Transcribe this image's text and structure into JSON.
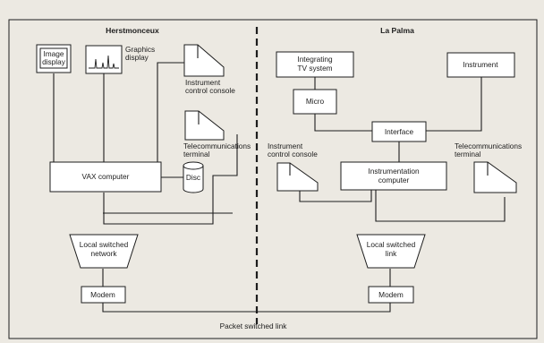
{
  "left_site": {
    "title": "Herstmonceux",
    "image_display": [
      "Image",
      "display"
    ],
    "graphics_display": [
      "Graphics",
      "display"
    ],
    "instrument_console": [
      "Instrument",
      "control console"
    ],
    "telecom_terminal": [
      "Telecommunications",
      "terminal"
    ],
    "vax": "VAX computer",
    "disc": "Disc",
    "local_network": [
      "Local switched",
      "network"
    ],
    "modem": "Modem"
  },
  "right_site": {
    "title": "La Palma",
    "tv_system": [
      "Integrating",
      "TV system"
    ],
    "instrument": "Instrument",
    "micro": "Micro",
    "interface": "Interface",
    "instrument_console": [
      "Instrument",
      "control  console"
    ],
    "telecom_terminal": [
      "Telecommunications",
      "terminal"
    ],
    "instr_computer": [
      "Instrumentation",
      "computer"
    ],
    "local_link": [
      "Local switched",
      "link"
    ],
    "modem": "Modem"
  },
  "packet_link": "Packet switched link",
  "colors": {
    "ink": "#1d1d1d",
    "paper": "#ece9e2",
    "box": "#ffffff"
  }
}
